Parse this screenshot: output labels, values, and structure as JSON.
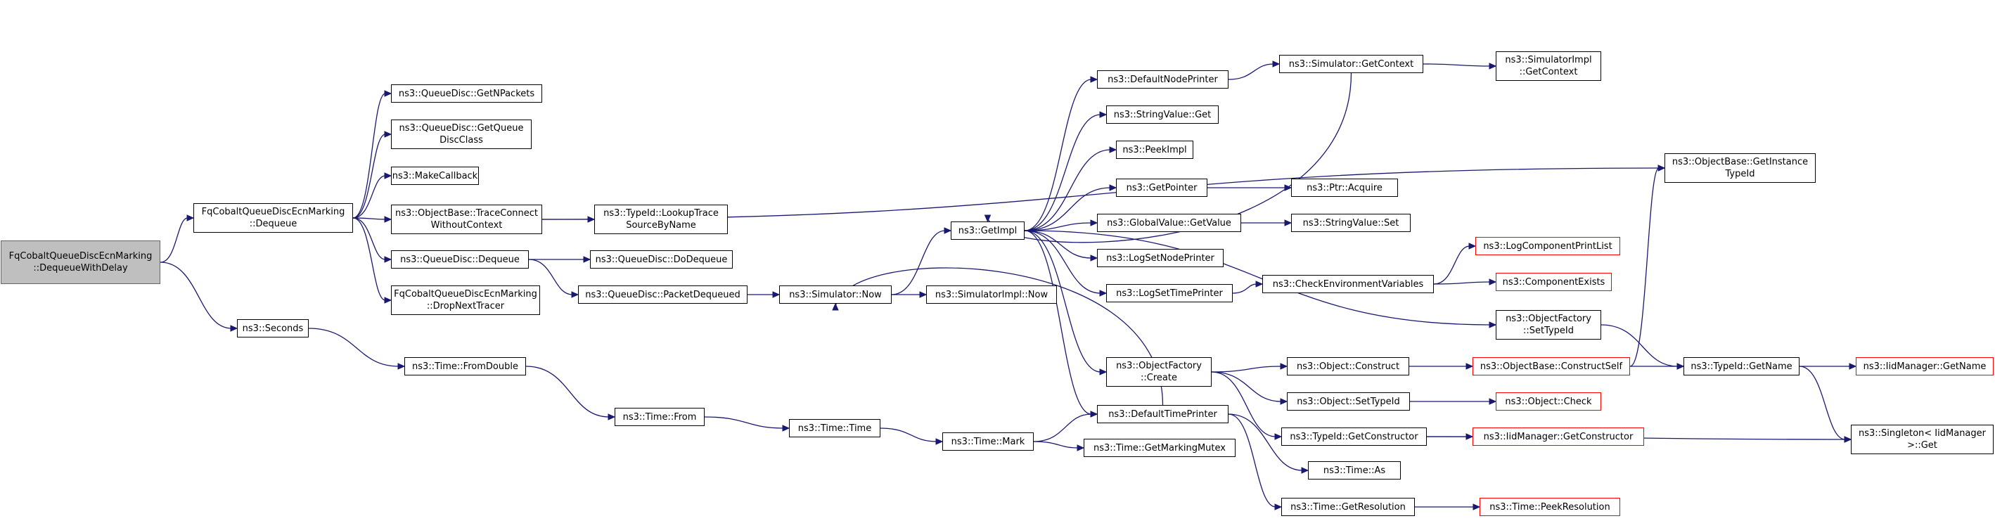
{
  "graph": {
    "colors": {
      "edge": "#191970",
      "root_fill": "#bfbfbf",
      "truncated_border": "#ff0000",
      "node_border": "#000000"
    },
    "nodes": [
      {
        "id": "root",
        "label": "FqCobaltQueueDiscEcnMarking\n::DequeueWithDelay",
        "style": "root"
      },
      {
        "id": "fqDequeue",
        "label": "FqCobaltQueueDiscEcnMarking\n::Dequeue"
      },
      {
        "id": "seconds",
        "label": "ns3::Seconds"
      },
      {
        "id": "getNPackets",
        "label": "ns3::QueueDisc::GetNPackets"
      },
      {
        "id": "getQueueDiscClass",
        "label": "ns3::QueueDisc::GetQueue\nDiscClass"
      },
      {
        "id": "makeCallback",
        "label": "ns3::MakeCallback"
      },
      {
        "id": "traceConnect",
        "label": "ns3::ObjectBase::TraceConnect\nWithoutContext"
      },
      {
        "id": "qdDequeue",
        "label": "ns3::QueueDisc::Dequeue"
      },
      {
        "id": "dropNextTracer",
        "label": "FqCobaltQueueDiscEcnMarking\n::DropNextTracer"
      },
      {
        "id": "lookupTrace",
        "label": "ns3::TypeId::LookupTrace\nSourceByName"
      },
      {
        "id": "doDequeue",
        "label": "ns3::QueueDisc::DoDequeue"
      },
      {
        "id": "packetDequeued",
        "label": "ns3::QueueDisc::PacketDequeued"
      },
      {
        "id": "simNow",
        "label": "ns3::Simulator::Now"
      },
      {
        "id": "simImplNow",
        "label": "ns3::SimulatorImpl::Now"
      },
      {
        "id": "getImpl",
        "label": "ns3::GetImpl"
      },
      {
        "id": "timeFromDouble",
        "label": "ns3::Time::FromDouble"
      },
      {
        "id": "timeFrom",
        "label": "ns3::Time::From"
      },
      {
        "id": "timeTime",
        "label": "ns3::Time::Time"
      },
      {
        "id": "timeMark",
        "label": "ns3::Time::Mark"
      },
      {
        "id": "getMarkingMutex",
        "label": "ns3::Time::GetMarkingMutex"
      },
      {
        "id": "defaultNodePrinter",
        "label": "ns3::DefaultNodePrinter"
      },
      {
        "id": "stringValueGet",
        "label": "ns3::StringValue::Get"
      },
      {
        "id": "peekImpl",
        "label": "ns3::PeekImpl"
      },
      {
        "id": "getPointer",
        "label": "ns3::GetPointer"
      },
      {
        "id": "globalValueGetValue",
        "label": "ns3::GlobalValue::GetValue"
      },
      {
        "id": "logSetNodePrinter",
        "label": "ns3::LogSetNodePrinter"
      },
      {
        "id": "logSetTimePrinter",
        "label": "ns3::LogSetTimePrinter"
      },
      {
        "id": "objectFactoryCreate",
        "label": "ns3::ObjectFactory\n::Create"
      },
      {
        "id": "defaultTimePrinter",
        "label": "ns3::DefaultTimePrinter"
      },
      {
        "id": "simGetContext",
        "label": "ns3::Simulator::GetContext"
      },
      {
        "id": "simImplGetContext",
        "label": "ns3::SimulatorImpl\n::GetContext"
      },
      {
        "id": "ptrAcquire",
        "label": "ns3::Ptr::Acquire"
      },
      {
        "id": "stringValueSet",
        "label": "ns3::StringValue::Set"
      },
      {
        "id": "checkEnvVars",
        "label": "ns3::CheckEnvironmentVariables"
      },
      {
        "id": "logComponentPrintList",
        "label": "ns3::LogComponentPrintList",
        "style": "trunc"
      },
      {
        "id": "componentExists",
        "label": "ns3::ComponentExists",
        "style": "trunc"
      },
      {
        "id": "objectFactorySetTypeId",
        "label": "ns3::ObjectFactory\n::SetTypeId"
      },
      {
        "id": "objectConstruct",
        "label": "ns3::Object::Construct"
      },
      {
        "id": "objectSetTypeId",
        "label": "ns3::Object::SetTypeId"
      },
      {
        "id": "typeIdGetConstructor",
        "label": "ns3::TypeId::GetConstructor"
      },
      {
        "id": "timeAs",
        "label": "ns3::Time::As"
      },
      {
        "id": "timeGetResolution",
        "label": "ns3::Time::GetResolution"
      },
      {
        "id": "constructSelf",
        "label": "ns3::ObjectBase::ConstructSelf",
        "style": "trunc"
      },
      {
        "id": "objectCheck",
        "label": "ns3::Object::Check",
        "style": "trunc"
      },
      {
        "id": "iidGetConstructor",
        "label": "ns3::IidManager::GetConstructor",
        "style": "trunc"
      },
      {
        "id": "peekResolution",
        "label": "ns3::Time::PeekResolution",
        "style": "trunc"
      },
      {
        "id": "getInstanceTypeId",
        "label": "ns3::ObjectBase::GetInstance\nTypeId"
      },
      {
        "id": "typeIdGetName",
        "label": "ns3::TypeId::GetName"
      },
      {
        "id": "iidGetName",
        "label": "ns3::IidManager::GetName",
        "style": "trunc"
      },
      {
        "id": "singletonGet",
        "label": "ns3::Singleton< IidManager\n>::Get"
      }
    ],
    "edges": [
      [
        "root",
        "fqDequeue"
      ],
      [
        "root",
        "seconds"
      ],
      [
        "fqDequeue",
        "getNPackets"
      ],
      [
        "fqDequeue",
        "getQueueDiscClass"
      ],
      [
        "fqDequeue",
        "makeCallback"
      ],
      [
        "fqDequeue",
        "traceConnect"
      ],
      [
        "fqDequeue",
        "qdDequeue"
      ],
      [
        "fqDequeue",
        "dropNextTracer"
      ],
      [
        "traceConnect",
        "lookupTrace"
      ],
      [
        "traceConnect",
        "getInstanceTypeId"
      ],
      [
        "qdDequeue",
        "doDequeue"
      ],
      [
        "qdDequeue",
        "packetDequeued"
      ],
      [
        "packetDequeued",
        "simNow"
      ],
      [
        "simNow",
        "simImplNow"
      ],
      [
        "simNow",
        "getImpl"
      ],
      [
        "seconds",
        "timeFromDouble"
      ],
      [
        "timeFromDouble",
        "timeFrom"
      ],
      [
        "timeFrom",
        "timeTime"
      ],
      [
        "timeTime",
        "timeMark"
      ],
      [
        "timeMark",
        "getMarkingMutex"
      ],
      [
        "timeMark",
        "defaultTimePrinter"
      ],
      [
        "getImpl",
        "defaultNodePrinter"
      ],
      [
        "getImpl",
        "stringValueGet"
      ],
      [
        "getImpl",
        "peekImpl"
      ],
      [
        "getImpl",
        "getPointer"
      ],
      [
        "getImpl",
        "globalValueGetValue"
      ],
      [
        "getImpl",
        "logSetNodePrinter"
      ],
      [
        "getImpl",
        "logSetTimePrinter"
      ],
      [
        "getImpl",
        "objectFactorySetTypeId"
      ],
      [
        "getImpl",
        "objectFactoryCreate"
      ],
      [
        "getImpl",
        "defaultTimePrinter"
      ],
      [
        "defaultNodePrinter",
        "simGetContext"
      ],
      [
        "simGetContext",
        "simImplGetContext"
      ],
      [
        "simGetContext",
        "getImpl"
      ],
      [
        "defaultTimePrinter",
        "simNow"
      ],
      [
        "defaultTimePrinter",
        "timeAs"
      ],
      [
        "defaultTimePrinter",
        "timeGetResolution"
      ],
      [
        "getPointer",
        "ptrAcquire"
      ],
      [
        "globalValueGetValue",
        "stringValueSet"
      ],
      [
        "logSetTimePrinter",
        "checkEnvVars"
      ],
      [
        "checkEnvVars",
        "logComponentPrintList"
      ],
      [
        "checkEnvVars",
        "componentExists"
      ],
      [
        "objectFactorySetTypeId",
        "typeIdGetName"
      ],
      [
        "objectFactoryCreate",
        "objectConstruct"
      ],
      [
        "objectFactoryCreate",
        "objectSetTypeId"
      ],
      [
        "objectFactoryCreate",
        "typeIdGetConstructor"
      ],
      [
        "objectConstruct",
        "constructSelf"
      ],
      [
        "objectSetTypeId",
        "objectCheck"
      ],
      [
        "typeIdGetConstructor",
        "iidGetConstructor"
      ],
      [
        "typeIdGetConstructor",
        "singletonGet"
      ],
      [
        "constructSelf",
        "typeIdGetName"
      ],
      [
        "constructSelf",
        "getInstanceTypeId"
      ],
      [
        "typeIdGetName",
        "iidGetName"
      ],
      [
        "typeIdGetName",
        "singletonGet"
      ],
      [
        "timeGetResolution",
        "peekResolution"
      ]
    ]
  }
}
